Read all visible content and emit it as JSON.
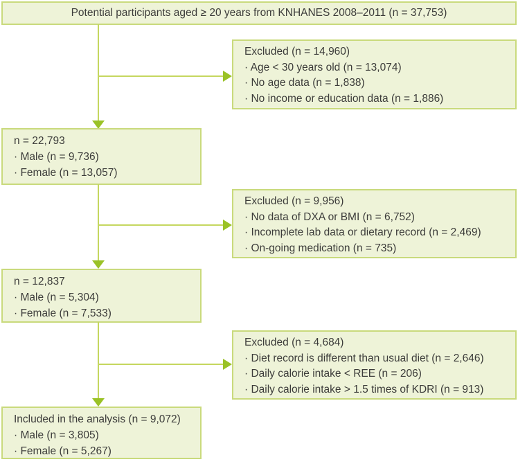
{
  "diagram": {
    "type": "participant-flowchart",
    "colors": {
      "box_fill": "#eef3d8",
      "box_border": "#c9da7c",
      "connector_line": "#c5d75f",
      "arrow": "#9ac226",
      "text": "#3c3c3a"
    },
    "title_box": {
      "text": "Potential participants aged ≥ 20 years from KNHANES 2008–2011 (n = 37,753)"
    },
    "boxes": {
      "step1": {
        "lines": [
          "n = 22,793",
          "· Male (n = 9,736)",
          "· Female (n = 13,057)"
        ]
      },
      "step2": {
        "lines": [
          "n = 12,837",
          "· Male (n = 5,304)",
          "· Female (n = 7,533)"
        ]
      },
      "final": {
        "lines": [
          "Included in the analysis (n = 9,072)",
          "· Male (n = 3,805)",
          "· Female (n = 5,267)"
        ]
      },
      "excluded1": {
        "lines": [
          "Excluded (n = 14,960)",
          "· Age < 30 years old (n = 13,074)",
          "· No age data (n = 1,838)",
          "· No income or education data (n = 1,886)"
        ]
      },
      "excluded2": {
        "lines": [
          "Excluded (n = 9,956)",
          "· No data of DXA or BMI (n = 6,752)",
          "· Incomplete lab data or dietary record (n = 2,469)",
          "· On-going medication (n = 735)"
        ]
      },
      "excluded3": {
        "lines": [
          "Excluded (n = 4,684)",
          "· Diet record is different than usual diet (n = 2,646)",
          "· Daily calorie intake < REE (n = 206)",
          "· Daily calorie intake > 1.5 times of KDRI (n = 913)"
        ]
      }
    }
  }
}
